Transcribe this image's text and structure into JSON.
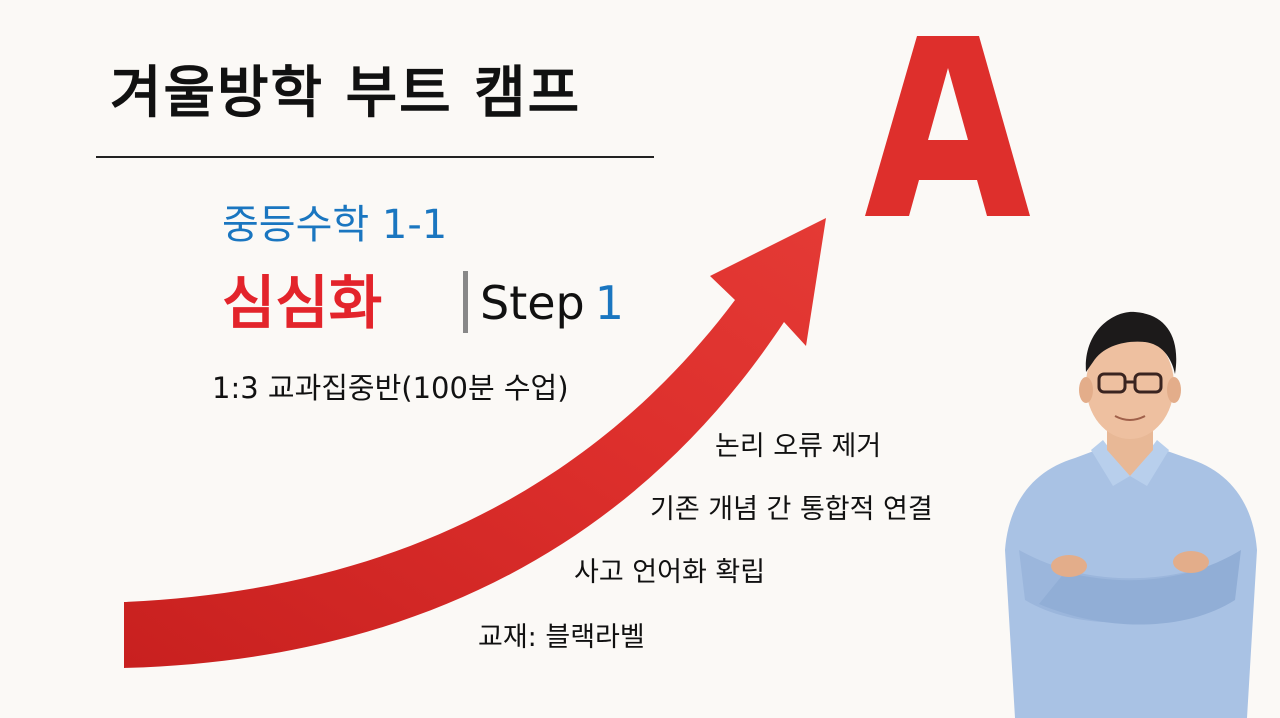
{
  "slide": {
    "title": "겨울방학 부트 캠프",
    "subject": "중등수학 1-1",
    "level": "심심화",
    "step_label": "Step",
    "step_number": "1",
    "class_info": "1:3 교과집중반(100분 수업)",
    "features": [
      "논리 오류 제거",
      "기존 개념 간 통합적 연결",
      "사고 언어화 확립",
      "교재: 블랙라벨"
    ],
    "grade_letter": "A"
  },
  "colors": {
    "accent_red": "#e3242b",
    "arrow_red": "#d72b2a",
    "accent_blue": "#1a76c0",
    "background": "#fbf9f6"
  },
  "icons": {
    "arrow": "upward-curved-arrow",
    "grade": "grade-a-icon",
    "teacher": "teacher-photo"
  }
}
